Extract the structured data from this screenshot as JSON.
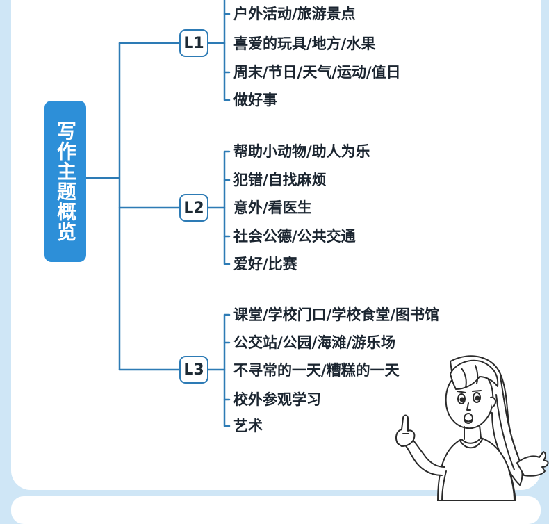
{
  "root": {
    "title": "写作主题概览"
  },
  "levels": [
    {
      "label": "L1",
      "topics": [
        "户外活动/旅游景点",
        "喜爱的玩具/地方/水果",
        "周末/节日/天气/运动/值日",
        "做好事"
      ]
    },
    {
      "label": "L2",
      "topics": [
        "帮助小动物/助人为乐",
        "犯错/自找麻烦",
        "意外/看医生",
        "社会公德/公共交通",
        "爱好/比赛"
      ]
    },
    {
      "label": "L3",
      "topics": [
        "课堂/学校门口/学校食堂/图书馆",
        "公交站/公园/海滩/游乐场",
        "不寻常的一天/糟糕的一天",
        "校外参观学习",
        "艺术"
      ]
    }
  ],
  "colors": {
    "accent": "#2d8fd8",
    "line": "#2d7bb5",
    "background": "#cfe6f6",
    "text": "#1b2530"
  },
  "illustration": {
    "subject": "cartoon girl pointing up"
  }
}
